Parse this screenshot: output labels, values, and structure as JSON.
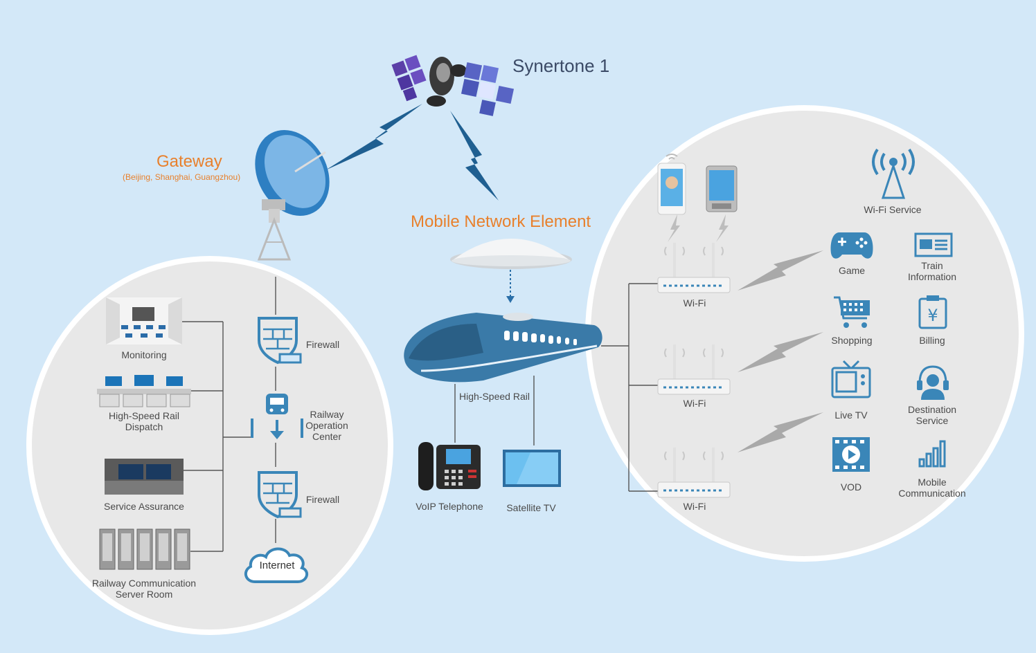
{
  "colors": {
    "background": "#d3e8f8",
    "circle_fill": "#e8e8e8",
    "accent_blue": "#3a86b8",
    "orange": "#e8802c",
    "bolt": "#1f5f91"
  },
  "satellite": {
    "name": "Synertone 1"
  },
  "gateway": {
    "title": "Gateway",
    "subtitle": "(Beijing, Shanghai, Guangzhou)"
  },
  "mobile_network_element": {
    "title": "Mobile Network Element"
  },
  "left_items": [
    {
      "label": "Monitoring"
    },
    {
      "label": "High-Speed Rail\nDispatch"
    },
    {
      "label": "Service Assurance"
    },
    {
      "label": "Railway Communication\nServer Room"
    }
  ],
  "chain": {
    "firewall1": "Firewall",
    "operation_center": "Railway\nOperation\nCenter",
    "firewall2": "Firewall",
    "internet": "Internet"
  },
  "train": {
    "label": "High-Speed Rail"
  },
  "devices": {
    "voip": "VoIP Telephone",
    "satellite_tv": "Satellite TV"
  },
  "wifi_routers": [
    {
      "label": "Wi-Fi"
    },
    {
      "label": "Wi-Fi"
    },
    {
      "label": "Wi-Fi"
    }
  ],
  "services": {
    "wifi_service": "Wi-Fi Service",
    "game": "Game",
    "train_information": "Train\nInformation",
    "shopping": "Shopping",
    "billing": "Billing",
    "live_tv": "Live TV",
    "destination_service": "Destination\nService",
    "vod": "VOD",
    "mobile_communication": "Mobile\nCommunication"
  }
}
